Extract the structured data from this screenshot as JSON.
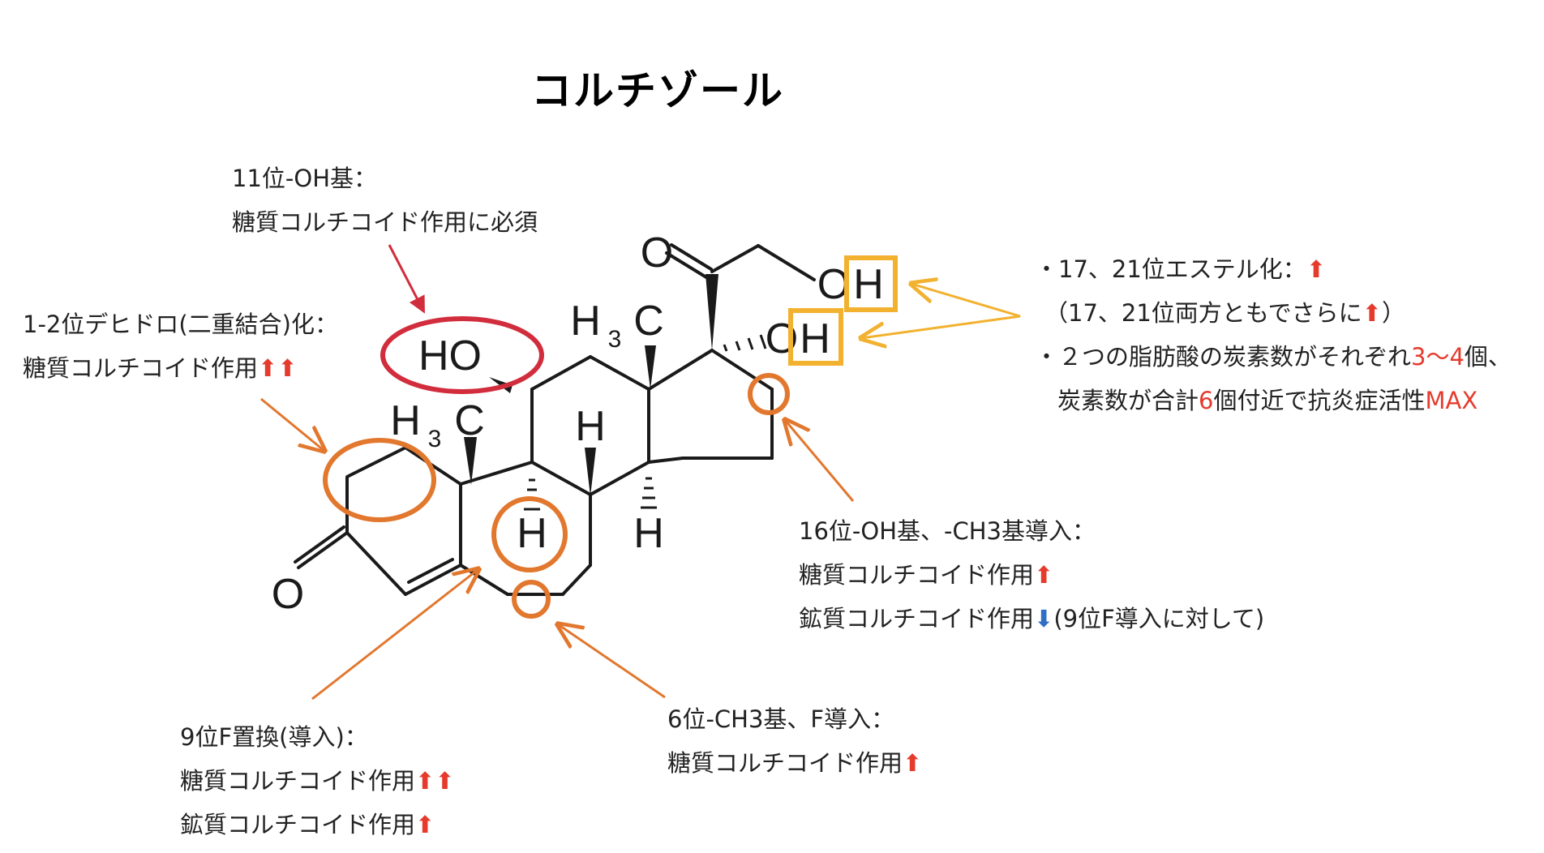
{
  "title": "コルチゾール",
  "structure_labels": {
    "o_ketone": "O",
    "o_side": "O",
    "h_21oh": "H",
    "o_17": "O",
    "h_17oh": "H",
    "h3c_13": "H",
    "sub3_13": "3",
    "c_13": "C",
    "ho_11": "HO",
    "h3c_10": "H",
    "sub3_10": "3",
    "c_10": "C",
    "h_8": "H",
    "h_9": "H",
    "h_14": "H",
    "o_3": "O"
  },
  "annotations": {
    "pos11": {
      "line1": "11位-OH基：",
      "line2": "糖質コルチコイド作用に必須"
    },
    "dehydro": {
      "line1": "1-2位デヒドロ(二重結合)化：",
      "line2": "糖質コルチコイド作用",
      "arrows": "⬆⬆"
    },
    "ester": {
      "line1_text": "・17、21位エステル化：",
      "line1_arrow": "⬆",
      "line2_text": "（17、21位両方ともでさらに",
      "line2_arrow": "⬆",
      "line2_end": "）",
      "line3_a": "・２つの脂肪酸の炭素数がそれぞれ",
      "line3_hl": "3〜4",
      "line3_b": "個、",
      "line4_a": "炭素数が合計",
      "line4_hl": "6",
      "line4_b": "個付近で抗炎症活性",
      "line4_hl2": "MAX"
    },
    "pos16": {
      "line1": "16位-OH基、-CH3基導入：",
      "line2_text": "糖質コルチコイド作用",
      "line2_arrow": "⬆",
      "line3_text": "鉱質コルチコイド作用",
      "line3_arrow": "⬇",
      "line3_end": "(9位F導入に対して)"
    },
    "pos9": {
      "line1": "9位F置換(導入)：",
      "line2_text": "糖質コルチコイド作用",
      "line2_arrow": "⬆⬆",
      "line3_text": "鉱質コルチコイド作用",
      "line3_arrow": "⬆"
    },
    "pos6": {
      "line1": "6位-CH3基、F導入：",
      "line2_text": "糖質コルチコイド作用",
      "line2_arrow": "⬆"
    }
  },
  "colors": {
    "red": "#d12d3c",
    "orange": "#e2772e",
    "yellow": "#f2b12f",
    "highlight": "#e53a2c",
    "blue": "#2f6fc5",
    "bond": "#1a1a1a"
  }
}
